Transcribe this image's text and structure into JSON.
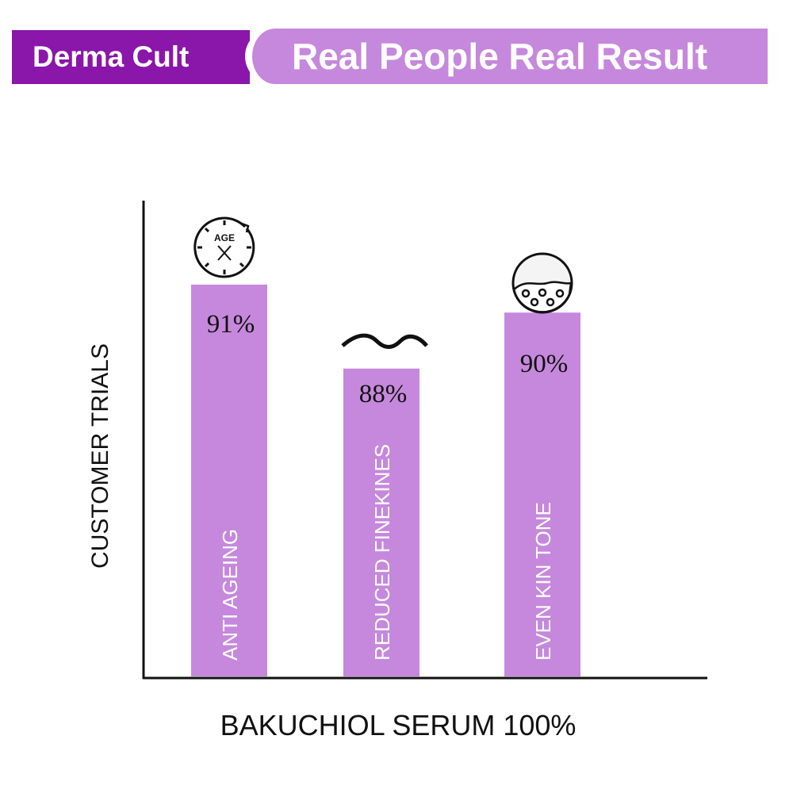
{
  "header": {
    "brand": "Derma Cult",
    "tagline": "Real People Real Result"
  },
  "colors": {
    "brand": "#8a16aa",
    "bar": "#c688dc"
  },
  "chart_data": {
    "type": "bar",
    "title": "",
    "categories": [
      "ANTI AGEING",
      "REDUCED FINEKINES",
      "EVEN KIN TONE"
    ],
    "values": [
      91,
      88,
      90
    ],
    "data_labels": [
      "91%",
      "88%",
      "90%"
    ],
    "icons": [
      "age-clock-icon",
      "wrinkle-wave-icon",
      "skin-pores-icon"
    ],
    "xlabel": "BAKUCHIOL SERUM 100%",
    "ylabel": "CUSTOMER TRIALS",
    "ylim": [
      77,
      94
    ],
    "grid": false
  }
}
